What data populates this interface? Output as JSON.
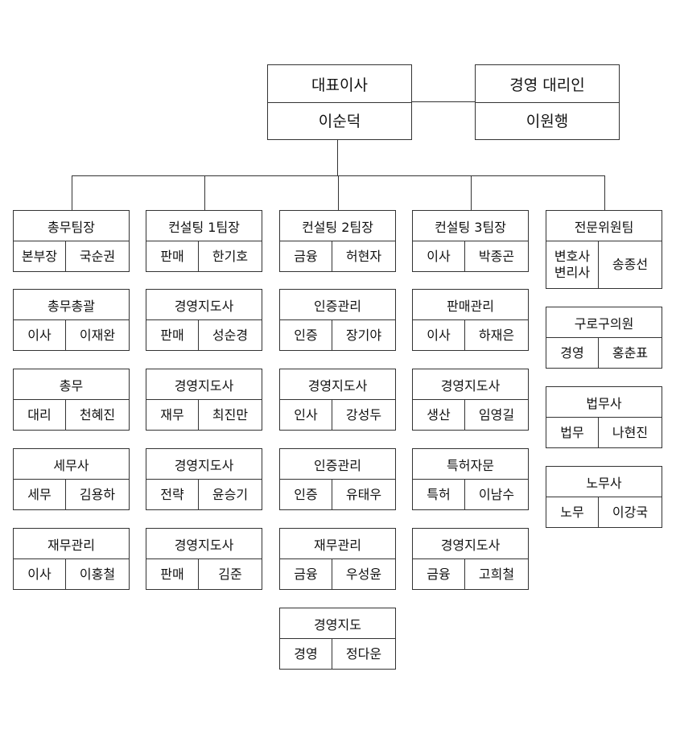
{
  "top": {
    "ceo": {
      "title": "대표이사",
      "name": "이순덕"
    },
    "agent": {
      "title": "경영 대리인",
      "name": "이원행"
    }
  },
  "columns": [
    [
      {
        "title": "총무팀장",
        "role": "본부장",
        "name": "국순권"
      },
      {
        "title": "총무총괄",
        "role": "이사",
        "name": "이재완"
      },
      {
        "title": "총무",
        "role": "대리",
        "name": "천혜진"
      },
      {
        "title": "세무사",
        "role": "세무",
        "name": "김용하"
      },
      {
        "title": "재무관리",
        "role": "이사",
        "name": "이홍철"
      }
    ],
    [
      {
        "title": "컨설팅 1팀장",
        "role": "판매",
        "name": "한기호"
      },
      {
        "title": "경영지도사",
        "role": "판매",
        "name": "성순경"
      },
      {
        "title": "경영지도사",
        "role": "재무",
        "name": "최진만"
      },
      {
        "title": "경영지도사",
        "role": "전략",
        "name": "윤승기"
      },
      {
        "title": "경영지도사",
        "role": "판매",
        "name": "김준"
      }
    ],
    [
      {
        "title": "컨설팅 2팀장",
        "role": "금융",
        "name": "허현자"
      },
      {
        "title": "인증관리",
        "role": "인증",
        "name": "장기야"
      },
      {
        "title": "경영지도사",
        "role": "인사",
        "name": "강성두"
      },
      {
        "title": "인증관리",
        "role": "인증",
        "name": "유태우"
      },
      {
        "title": "재무관리",
        "role": "금융",
        "name": "우성윤"
      },
      {
        "title": "경영지도",
        "role": "경영",
        "name": "정다운"
      }
    ],
    [
      {
        "title": "컨설팅 3팀장",
        "role": "이사",
        "name": "박종곤"
      },
      {
        "title": "판매관리",
        "role": "이사",
        "name": "하재은"
      },
      {
        "title": "경영지도사",
        "role": "생산",
        "name": "임영길"
      },
      {
        "title": "특허자문",
        "role": "특허",
        "name": "이남수"
      },
      {
        "title": "경영지도사",
        "role": "금융",
        "name": "고희철"
      }
    ],
    [
      {
        "title": "전문위원팀",
        "role": "변호사\n변리사",
        "name": "송종선"
      },
      {
        "title": "구로구의원",
        "role": "경영",
        "name": "홍춘표"
      },
      {
        "title": "법무사",
        "role": "법무",
        "name": "나현진"
      },
      {
        "title": "노무사",
        "role": "노무",
        "name": "이강국"
      }
    ]
  ]
}
